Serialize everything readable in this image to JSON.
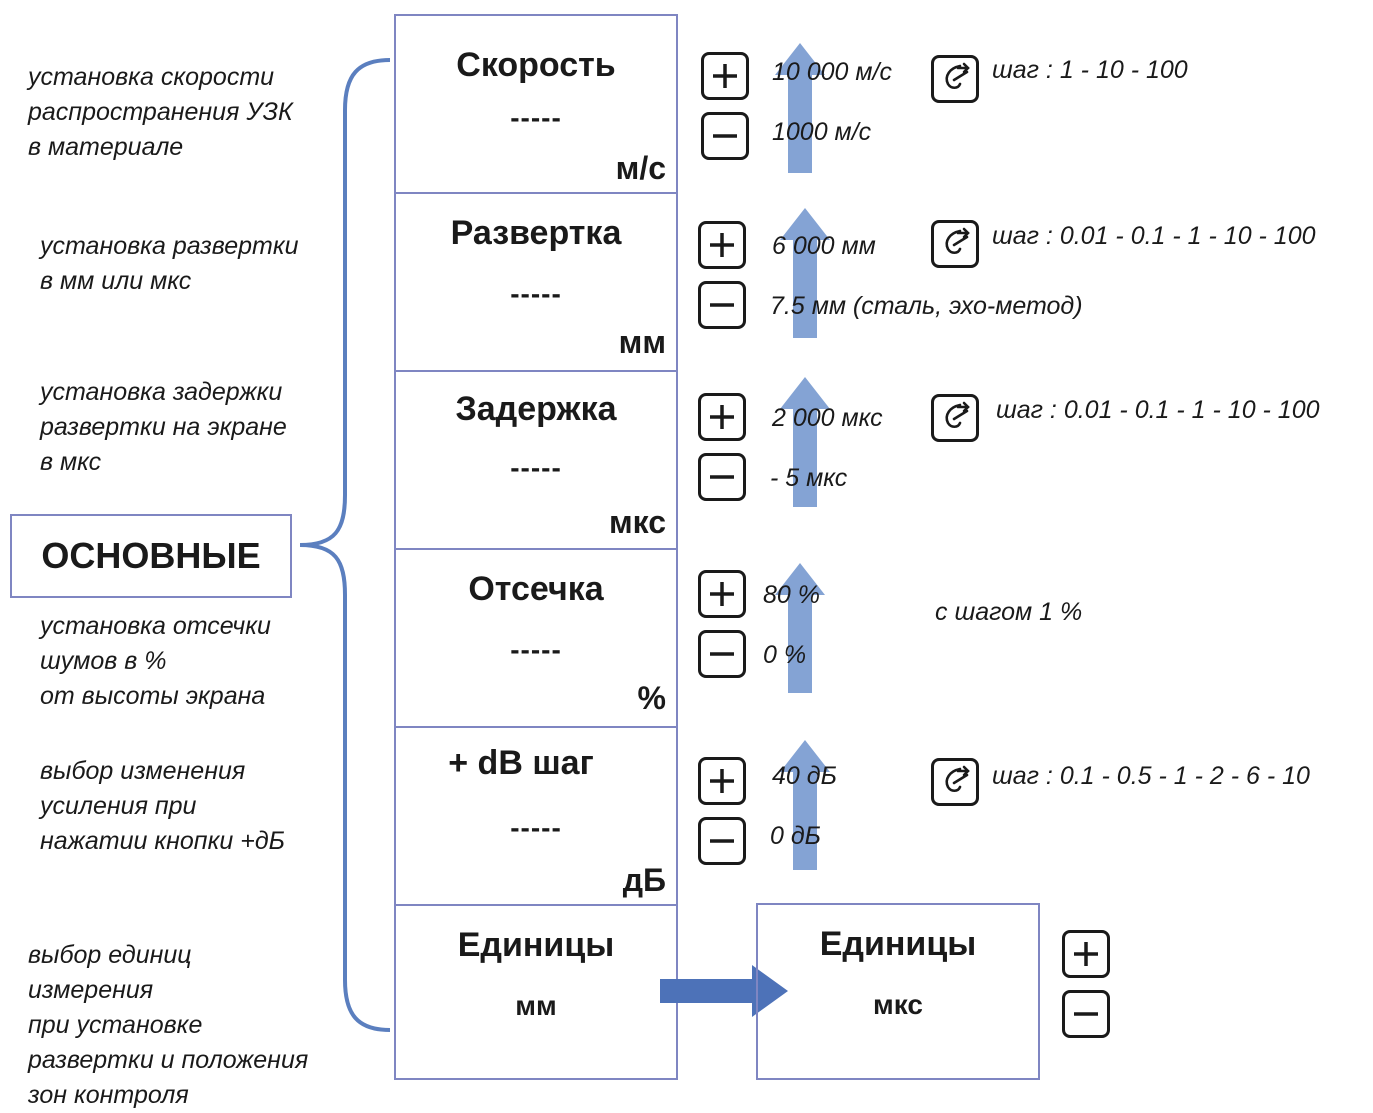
{
  "descriptions": [
    "установка скорости\nраспространения УЗК\nв материале",
    "установка развертки\nв мм или мкс",
    "установка задержки\nразвертки на экране\nв мкс",
    "установка отсечки\nшумов в %\nот высоты экрана",
    "выбор изменения\nусиления при\nнажатии кнопки +дБ",
    "выбор единиц\nизмерения\nпри установке\nразвертки и положения\nзон контроля"
  ],
  "main_label": "ОСНОВНЫЕ",
  "menu": [
    {
      "title": "Скорость",
      "dash": "-----",
      "unit": "м/с",
      "max": "10 000 м/с",
      "min": "1000 м/с",
      "step": "шаг : 1 - 10 - 100"
    },
    {
      "title": "Развертка",
      "dash": "-----",
      "unit": "мм",
      "max": "6 000 мм",
      "min": "7.5 мм (сталь, эхо-метод)",
      "step": "шаг : 0.01 - 0.1 - 1 - 10 - 100"
    },
    {
      "title": "Задержка",
      "dash": "-----",
      "unit": "мкс",
      "max": "2 000 мкс",
      "min": "- 5 мкс",
      "step": "шаг : 0.01 - 0.1 - 1 - 10 - 100"
    },
    {
      "title": "Отсечка",
      "dash": "-----",
      "unit": "%",
      "max": "80 %",
      "min": "0 %",
      "step": "с шагом 1 %"
    },
    {
      "title": "+ dB шаг",
      "dash": "-----",
      "unit": "дБ",
      "max": "40 дБ",
      "min": "0 дБ",
      "step": "шаг : 0.1 - 0.5 - 1 - 2 - 6 - 10"
    }
  ],
  "units": {
    "title": "Единицы",
    "value_mm": "мм",
    "value_mks": "мкс"
  },
  "icons": {
    "plus": "plus-button-icon",
    "minus": "minus-button-icon",
    "encoder": "encoder-knob-icon",
    "arrow_up": "up-arrow-icon",
    "arrow_right": "right-arrow-icon",
    "brace": "curly-brace-icon"
  },
  "colors": {
    "border": "#7f86c2",
    "arrow": "#6f93cc",
    "brace": "#5b7fbf",
    "text": "#1a1a1a"
  }
}
